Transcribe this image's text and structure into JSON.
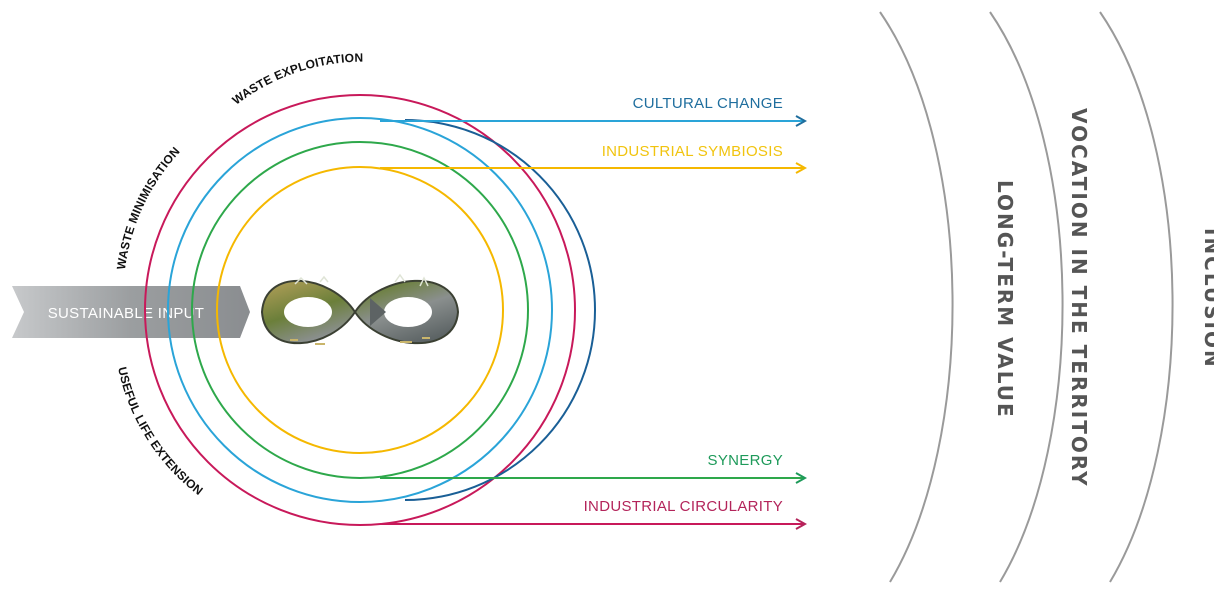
{
  "input_label": "SUSTAINABLE INPUT",
  "curve_labels": {
    "waste_exploitation": "WASTE EXPLOITATION",
    "waste_minimisation": "WASTE MINIMISATION",
    "useful_life_extension": "USEFUL LIFE EXTENSION"
  },
  "outputs": [
    {
      "label": "CULTURAL CHANGE",
      "color": "#1f6e9e"
    },
    {
      "label": "INDUSTRIAL SYMBIOSIS",
      "color": "#f1c40f"
    },
    {
      "label": "SYNERGY",
      "color": "#1e9a5a"
    },
    {
      "label": "INDUSTRIAL CIRCULARITY",
      "color": "#b3245a"
    }
  ],
  "values": [
    {
      "label": "LONG-TERM VALUE"
    },
    {
      "label": "VOCATION IN THE TERRITORY"
    },
    {
      "label": "INCLUSION"
    }
  ],
  "colors": {
    "red_ring": "#c8195a",
    "blue_ring": "#2aa4d8",
    "green_ring": "#2ea84b",
    "yellow_ring": "#f5b800",
    "dark_blue_ring": "#1a5f96",
    "arc_gray": "#9a9a9a",
    "input_arrow": "#8f9294",
    "side_text": "#555555"
  },
  "center_icon": "infinity-landscape-icon"
}
